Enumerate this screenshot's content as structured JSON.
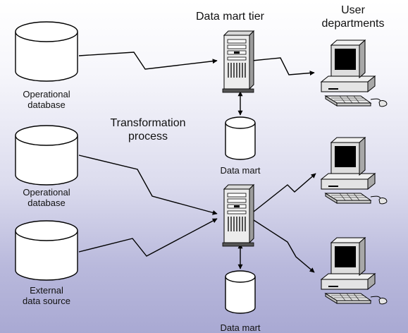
{
  "labels": {
    "data_mart_tier": "Data mart tier",
    "user_departments_line1": "User",
    "user_departments_line2": "departments",
    "transformation_line1": "Transformation",
    "transformation_line2": "process",
    "opdb1_line1": "Operational",
    "opdb1_line2": "database",
    "opdb2_line1": "Operational",
    "opdb2_line2": "database",
    "external_line1": "External",
    "external_line2": "data source",
    "data_mart_1": "Data mart",
    "data_mart_2": "Data mart"
  },
  "icons": [
    "database-icon",
    "server-icon",
    "workstation-icon",
    "arrow-icon"
  ],
  "colors": {
    "background_top": "#ffffff",
    "background_bottom": "#a9a9d3",
    "line": "#000000",
    "cylinder_fill": "#ffffff"
  }
}
